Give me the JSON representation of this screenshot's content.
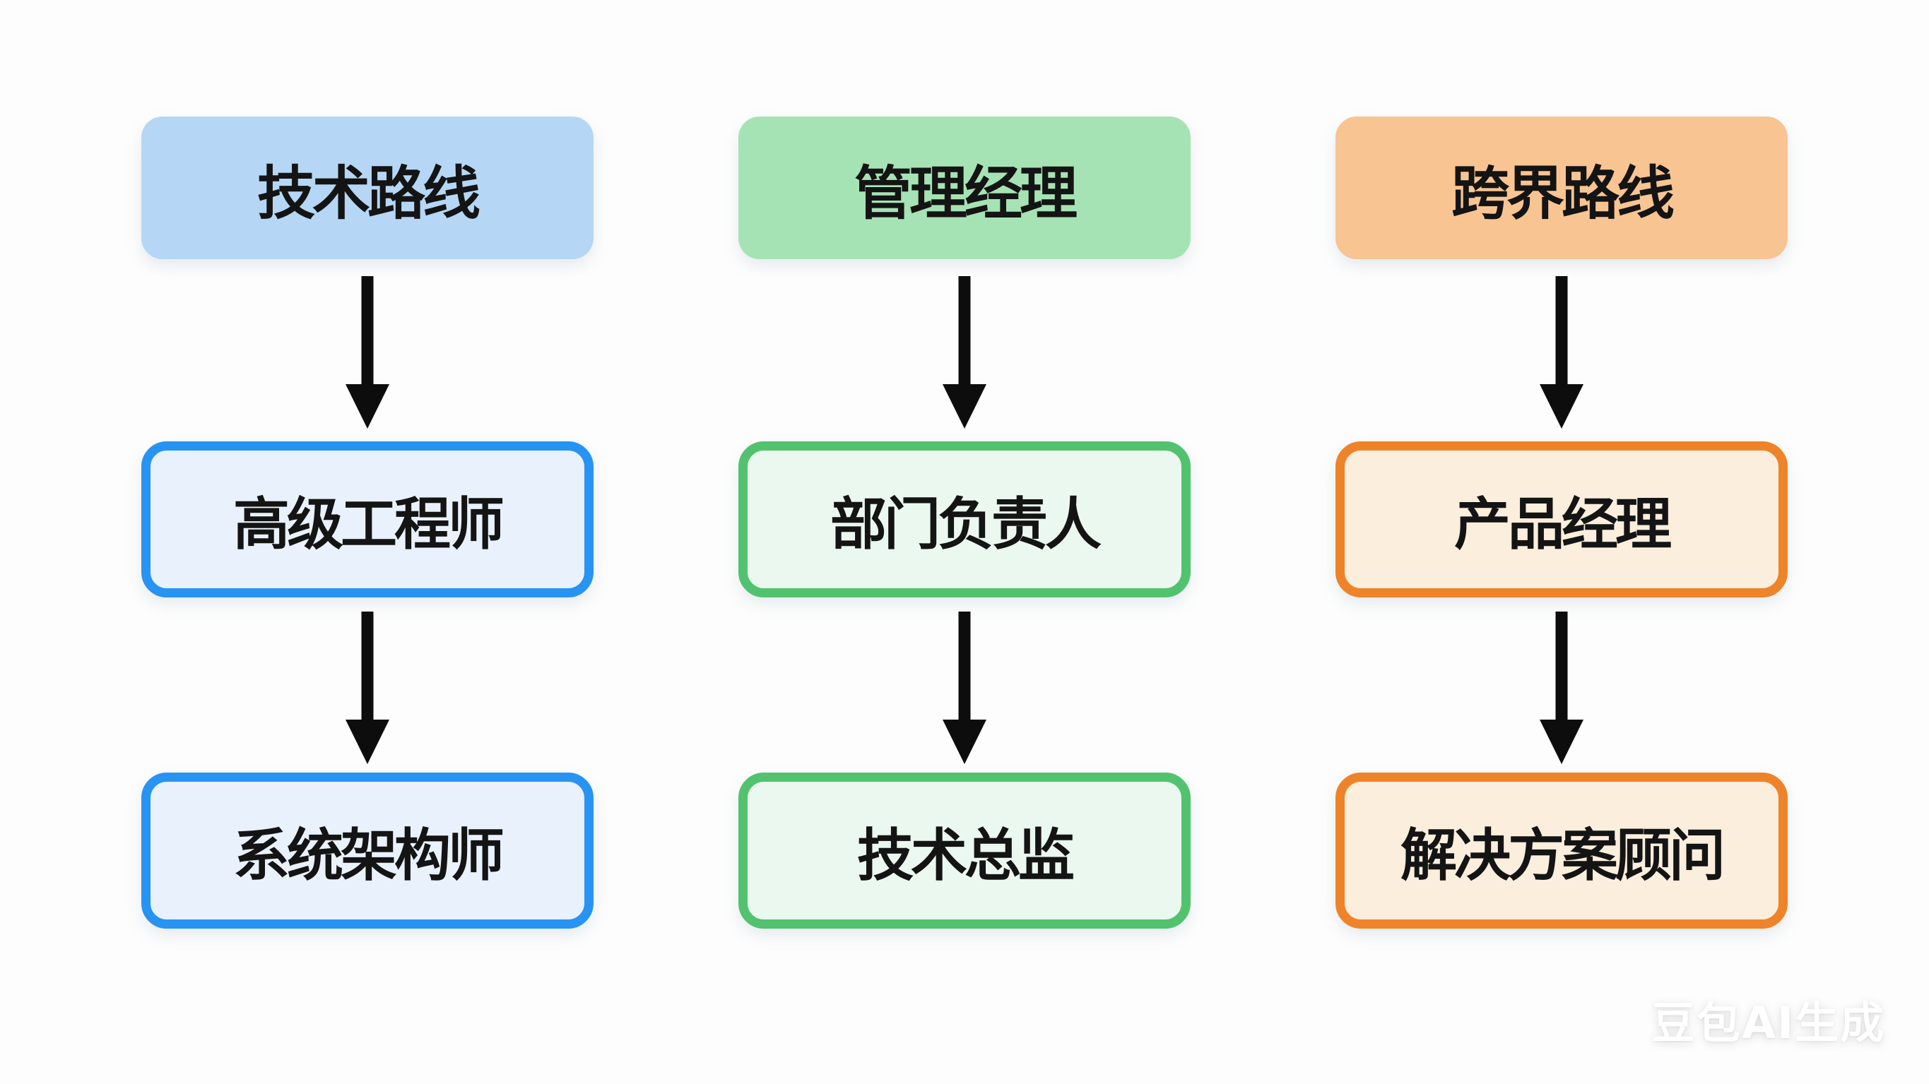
{
  "columns": [
    {
      "id": "tech-path",
      "header": "技术路线",
      "nodes": [
        "高级工程师",
        "系统架构师"
      ],
      "colors": {
        "header_bg": "#b5d7f5",
        "node_border": "#2793f2",
        "node_bg": "#e9f2fc"
      }
    },
    {
      "id": "management-path",
      "header": "管理经理",
      "nodes": [
        "部门负责人",
        "技术总监"
      ],
      "colors": {
        "header_bg": "#a6e3b4",
        "node_border": "#52c26f",
        "node_bg": "#ebf8ef"
      }
    },
    {
      "id": "cross-path",
      "header": "跨界路线",
      "nodes": [
        "产品经理",
        "解决方案顾问"
      ],
      "colors": {
        "header_bg": "#f8c492",
        "node_border": "#ef8329",
        "node_bg": "#fbeedd"
      }
    }
  ],
  "arrow_color": "#0d0d0d",
  "watermark": "豆包AI生成",
  "background_color": "#fdfdfd"
}
